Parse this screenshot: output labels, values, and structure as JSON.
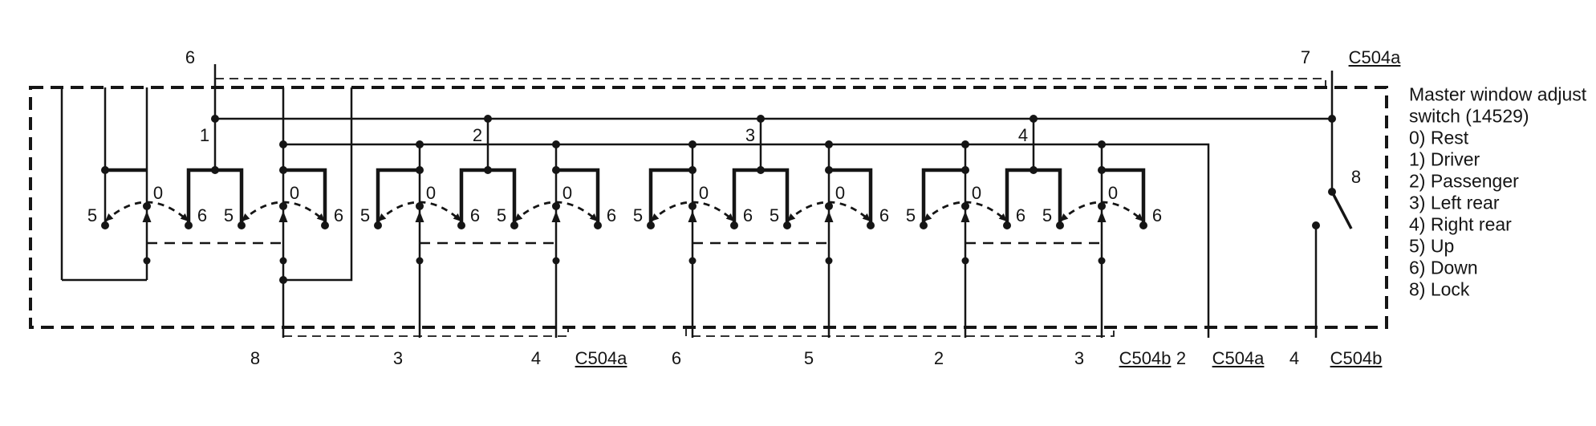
{
  "component": {
    "line1": "Master window adjust",
    "line2": "switch (14529)"
  },
  "legend": [
    {
      "text": "0) Rest"
    },
    {
      "text": "1) Driver"
    },
    {
      "text": "2) Passenger"
    },
    {
      "text": "3) Left rear"
    },
    {
      "text": "4) Right rear"
    },
    {
      "text": "5) Up"
    },
    {
      "text": "6) Down"
    },
    {
      "text": "8) Lock"
    }
  ],
  "top_pins": {
    "p6": "6",
    "p7": "7",
    "connector": "C504a"
  },
  "windows": [
    "1",
    "2",
    "3",
    "4"
  ],
  "arc_labels": {
    "rest": "0",
    "up": "5",
    "down": "6"
  },
  "lock_label": "8",
  "bottom_terminals": [
    {
      "text": "8",
      "type": "pin"
    },
    {
      "text": "3",
      "type": "pin"
    },
    {
      "text": "4",
      "type": "pin"
    },
    {
      "text": "C504a",
      "type": "connector"
    },
    {
      "text": "6",
      "type": "pin"
    },
    {
      "text": "5",
      "type": "pin"
    },
    {
      "text": "2",
      "type": "pin"
    },
    {
      "text": "3",
      "type": "pin"
    },
    {
      "text": "C504b",
      "type": "connector"
    },
    {
      "text": "2",
      "type": "pin"
    },
    {
      "text": "C504a",
      "type": "connector"
    },
    {
      "text": "4",
      "type": "pin"
    },
    {
      "text": "C504b",
      "type": "connector"
    }
  ],
  "colors": {
    "ink": "#151515",
    "paper": "#ffffff"
  }
}
